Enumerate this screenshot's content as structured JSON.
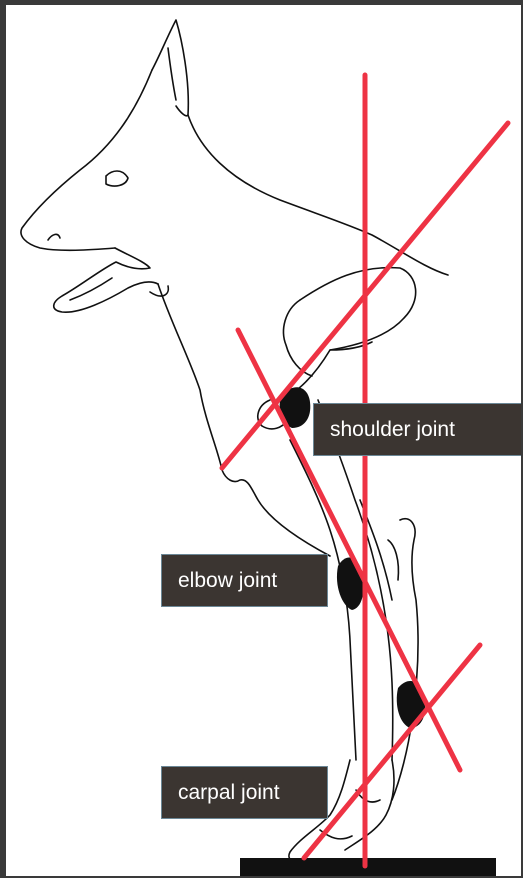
{
  "labels": {
    "shoulder": "shoulder joint",
    "elbow": "elbow joint",
    "carpal": "carpal joint"
  },
  "colors": {
    "axis_line": "#ee3344",
    "label_bg": "#3b3531",
    "label_border": "#6b8796",
    "label_text": "#ffffff",
    "drawing_stroke": "#111111"
  }
}
